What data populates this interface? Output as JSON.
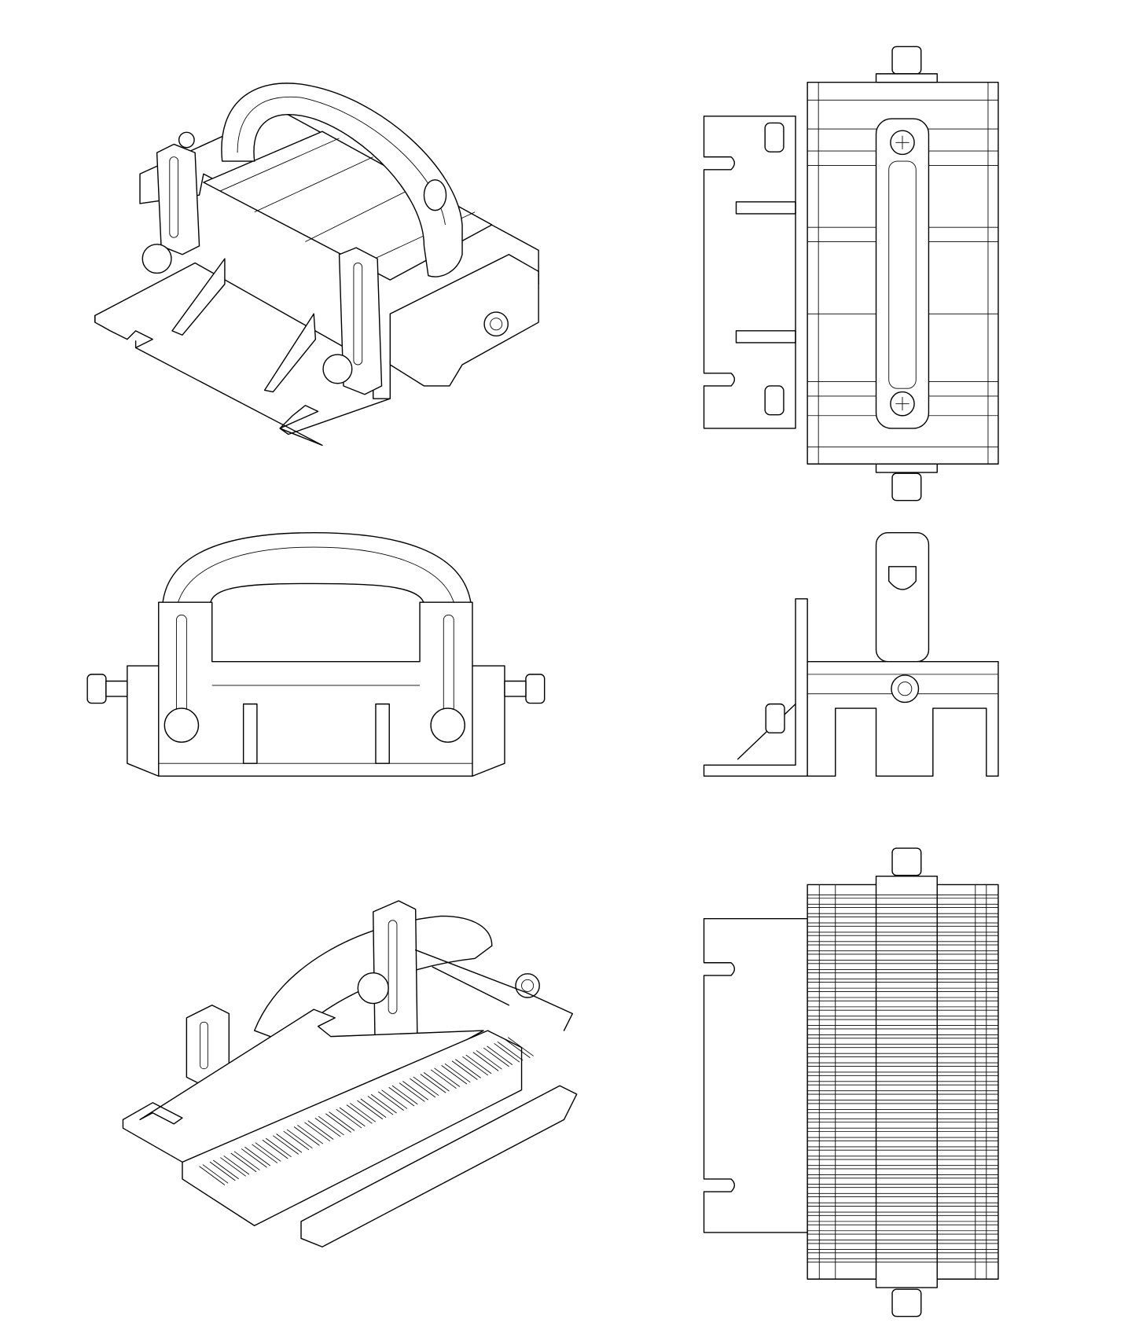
{
  "drawing": {
    "colors": {
      "line": "#000000",
      "background": "#ffffff"
    },
    "views": [
      {
        "id": "isometric-top"
      },
      {
        "id": "top"
      },
      {
        "id": "front"
      },
      {
        "id": "side"
      },
      {
        "id": "isometric-bottom"
      },
      {
        "id": "bottom"
      }
    ],
    "bottom_view_rib_count": 40,
    "iso_bottom_rib_count": 30
  }
}
